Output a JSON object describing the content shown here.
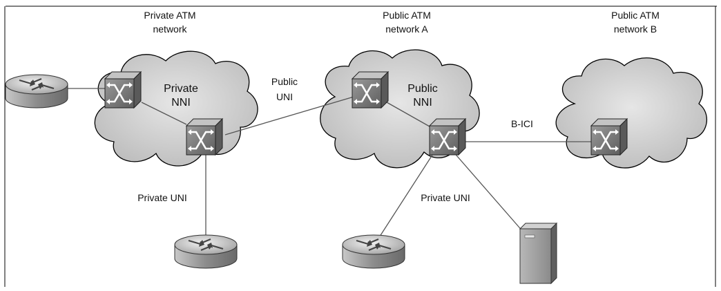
{
  "clouds": {
    "private": {
      "label_line1": "Private ATM",
      "label_line2": "network",
      "inner_line1": "Private",
      "inner_line2": "NNI"
    },
    "public_a": {
      "label_line1": "Public ATM",
      "label_line2": "network A",
      "inner_line1": "Public",
      "inner_line2": "NNI"
    },
    "public_b": {
      "label_line1": "Public ATM",
      "label_line2": "network B"
    }
  },
  "links": {
    "public_uni_line1": "Public",
    "public_uni_line2": "UNI",
    "b_ici": "B-ICI",
    "private_uni_left": "Private UNI",
    "private_uni_right": "Private UNI"
  },
  "devices": {
    "routers": [
      "router",
      "router",
      "router"
    ],
    "atm_switches": [
      "atm-switch",
      "atm-switch",
      "atm-switch",
      "atm-switch",
      "atm-switch"
    ],
    "servers": [
      "server"
    ]
  },
  "colors": {
    "cloud_fill": "#d4d4d4",
    "cloud_stroke": "#000000",
    "switch_face": "#7a7a7a",
    "router_body": "#9a9a9a",
    "line": "#555555"
  }
}
